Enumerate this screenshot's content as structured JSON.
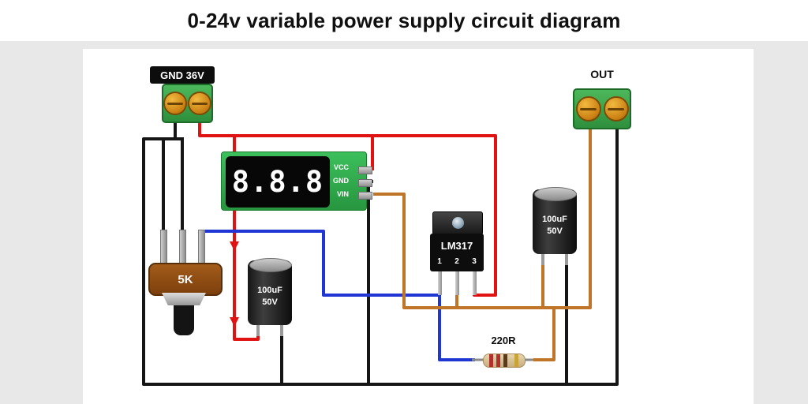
{
  "title": "0-24v variable power supply circuit diagram",
  "colors": {
    "background": "#e8e8e8",
    "canvas": "#ffffff",
    "wire_red": "#e01212",
    "wire_black": "#151515",
    "wire_blue": "#1f35d4",
    "wire_orange": "#bf7428",
    "pcb_green": "#2fae4e",
    "terminal_green": "#3aa94a",
    "screw_orange": "#d98f1f",
    "pot_brown": "#8a4a15",
    "resistor_body": "#d9c49c"
  },
  "components": {
    "input_terminal": {
      "label": "GND 36V"
    },
    "output_terminal": {
      "label": "OUT"
    },
    "voltmeter": {
      "display": "8.8.8",
      "pins": [
        "VCC",
        "GND",
        "VIN"
      ]
    },
    "potentiometer": {
      "label": "5K"
    },
    "cap1": {
      "value": "100uF",
      "voltage": "50V"
    },
    "cap2": {
      "value": "100uF",
      "voltage": "50V"
    },
    "regulator": {
      "label": "LM317",
      "pins": [
        "1",
        "2",
        "3"
      ]
    },
    "resistor": {
      "label": "220R"
    }
  }
}
